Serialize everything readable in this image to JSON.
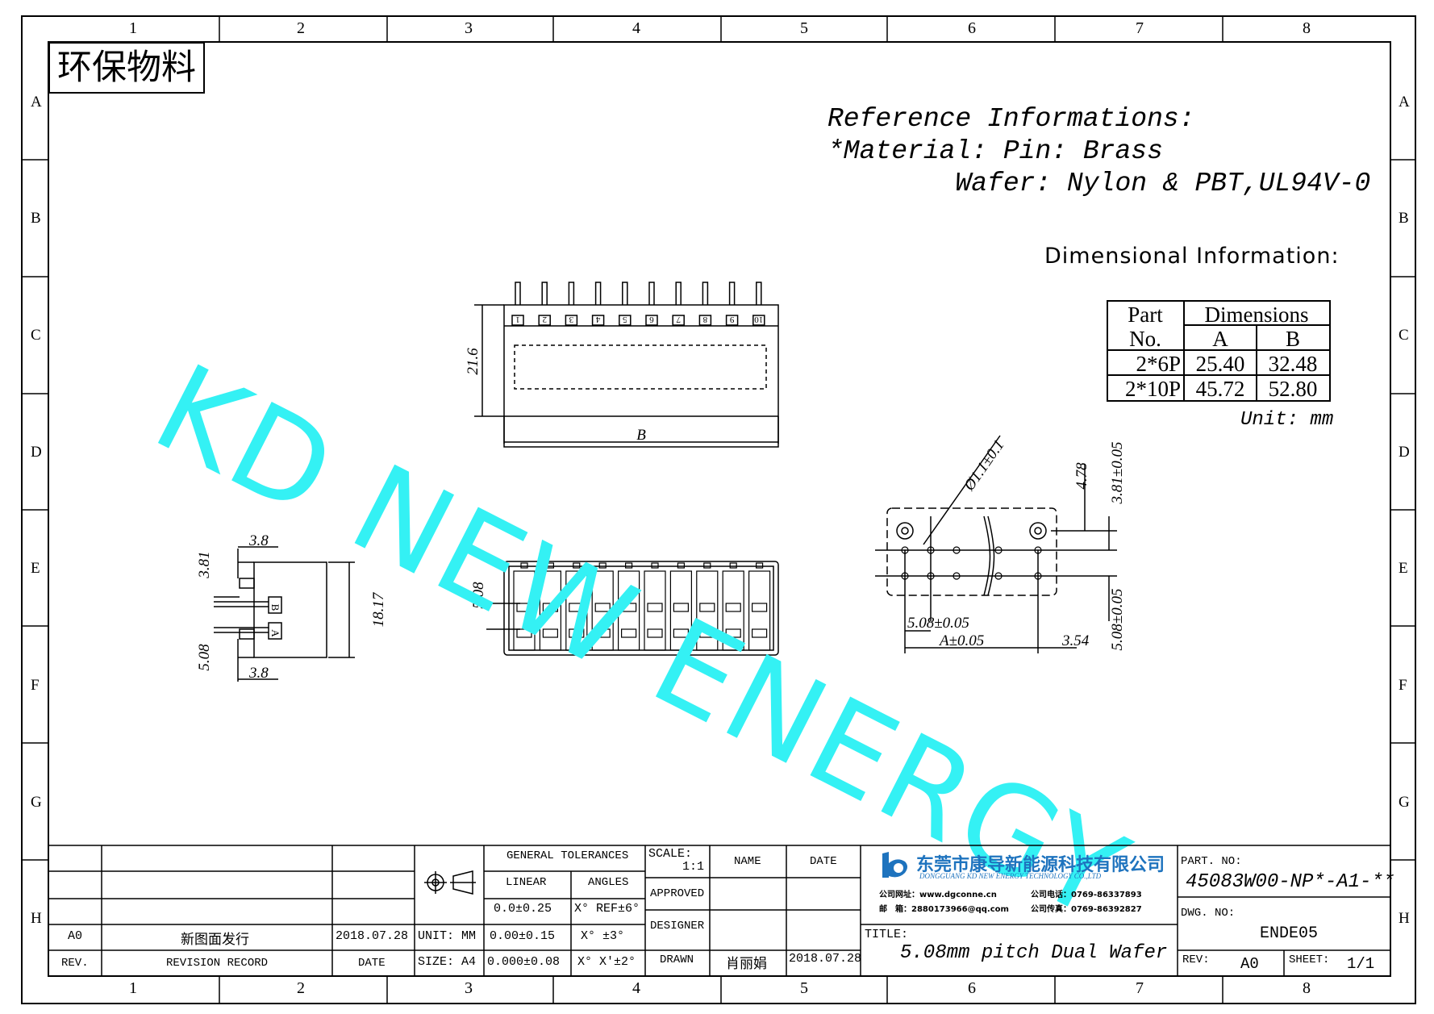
{
  "stamp": "环保物料",
  "watermark": "KD NEW ENERGY",
  "reference": {
    "line1": "Reference Informations:",
    "line2": "*Material: Pin: Brass",
    "line3": "        Wafer: Nylon & PBT,UL94V-0"
  },
  "dimensional_title": "Dimensional Information:",
  "unit": "Unit: mm",
  "dim_table": {
    "header_part_1": "Part",
    "header_part_2": "No.",
    "header_dims": "Dimensions",
    "col_a": "A",
    "col_b": "B",
    "rows": [
      {
        "part": "2*6P",
        "a": "25.40",
        "b": "32.48"
      },
      {
        "part": "2*10P",
        "a": "45.72",
        "b": "52.80"
      }
    ]
  },
  "grid": {
    "columns": [
      "1",
      "2",
      "3",
      "4",
      "5",
      "6",
      "7",
      "8"
    ],
    "rows": [
      "A",
      "B",
      "C",
      "D",
      "E",
      "F",
      "G",
      "H"
    ]
  },
  "drawing_labels": {
    "height_21_6": "21.6",
    "b": "B",
    "pin_numbers": [
      "1",
      "2",
      "3",
      "4",
      "5",
      "6",
      "7",
      "8",
      "9",
      "10"
    ],
    "side_3_8_top": "3.8",
    "side_3_81": "3.81",
    "side_18_17": "18.17",
    "side_5_08": "5.08",
    "side_3_8_bottom": "3.8",
    "side_b": "B",
    "side_a": "A",
    "bottom_5_08": "5.08",
    "hole_dia": "Ø1.1±0.1",
    "pcb_4_78": "4.78",
    "pcb_3_81": "3.81±0.05",
    "pcb_5_08_v": "5.08±0.05",
    "pcb_5_08_h": "5.08±0.05",
    "pcb_a": "A±0.05",
    "pcb_3_54": "3.54"
  },
  "title_block": {
    "general_tolerances": "GENERAL TOLERANCES",
    "linear": "LINEAR",
    "angles": "ANGLES",
    "lin1": "0.0±0.25",
    "lin2": "0.00±0.15",
    "lin3": "0.000±0.08",
    "ang1": "X° REF±6°",
    "ang2": "X° ±3°",
    "ang3": "X° X'±2°",
    "unit": "UNIT: MM",
    "size": "SIZE: A4",
    "scale_label": "SCALE:",
    "scale_value": "1:1",
    "name_hdr": "NAME",
    "date_hdr": "DATE",
    "approved": "APPROVED",
    "designer": "DESIGNER",
    "drawn": "DRAWN",
    "drawn_name": "肖丽娟",
    "drawn_date": "2018.07.28",
    "rev_code": "A0",
    "rev_record": "新图面发行",
    "rev_date": "2018.07.28",
    "rev_hdr": "REV.",
    "revision_record_hdr": "REVISION RECORD",
    "date_col_hdr": "DATE",
    "company_cn": "东莞市康导新能源科技有限公司",
    "company_en": "DONGGUANG KD NEW ENERGY TECHNOLOGY CO.,LTD",
    "company_web_label": "公司网址：",
    "company_web": "www.dgconne.cn",
    "company_tel_label": "公司电话：",
    "company_tel": "0769-86337893",
    "company_mail_label": "邮　箱：",
    "company_mail": "2880173966@qq.com",
    "company_fax_label": "公司传真：",
    "company_fax": "0769-86392827",
    "title_label": "TITLE:",
    "title": "5.08mm pitch Dual Wafer",
    "part_no_label": "PART. NO:",
    "part_no": "45083W00-NP*-A1-**",
    "dwg_no_label": "DWG. NO:",
    "dwg_no": "ENDE05",
    "rev_label": "REV:",
    "rev_value": "A0",
    "sheet_label": "SHEET:",
    "sheet_value": "1/1"
  },
  "colors": {
    "watermark": "#34f1f4",
    "ink": "#000000",
    "logo_blue": "#1e73be"
  }
}
